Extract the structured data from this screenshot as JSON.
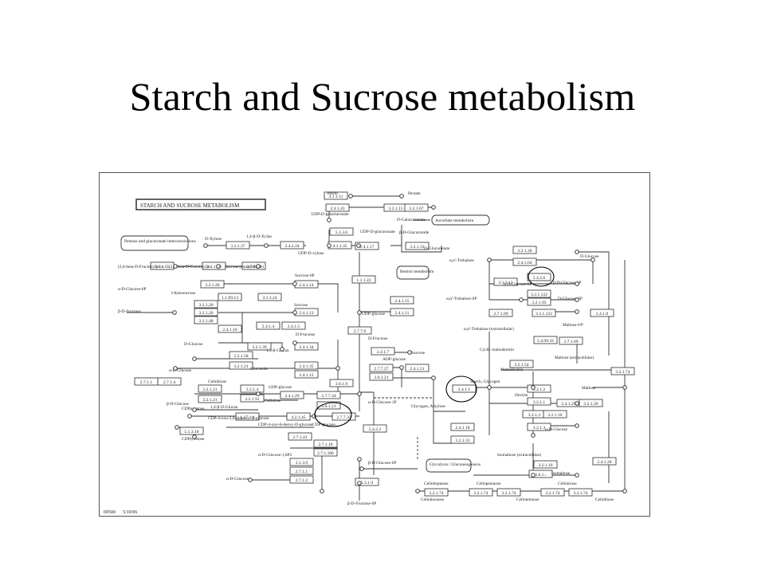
{
  "slide_title": "Starch and Sucrose metabolism",
  "map": {
    "header": "STARCH AND SUCROSE METABOLISM",
    "footer_code": "00500",
    "footer_date": "5/10/06",
    "colors": {
      "line": "#333333",
      "box": "#444444",
      "highlight_circle": "#000000"
    },
    "boxes": [
      {
        "id": "b1",
        "label": "3.1.1.11"
      },
      {
        "id": "b2",
        "label": "2.4.1.43"
      },
      {
        "id": "b3",
        "label": "3.2.1.15"
      },
      {
        "id": "b4",
        "label": "3.2.1.67"
      },
      {
        "id": "b5",
        "label": "5.1.3.6"
      },
      {
        "id": "b6",
        "label": "2.4.1.17"
      },
      {
        "id": "b7",
        "label": "3.2.1.31"
      },
      {
        "id": "b8",
        "label": "3.2.1.37"
      },
      {
        "id": "b9",
        "label": "2.4.2.24"
      },
      {
        "id": "b10",
        "label": "4.1.1.35"
      },
      {
        "id": "b11",
        "label": "3.2.1.65"
      },
      {
        "id": "b12",
        "label": "2.4.1.10"
      },
      {
        "id": "b13",
        "label": "2.7.1.69"
      },
      {
        "id": "b14",
        "label": "3.2.1.26"
      },
      {
        "id": "b15",
        "label": "2.4.1.14"
      },
      {
        "id": "b16",
        "label": "1.1.99.13"
      },
      {
        "id": "b17",
        "label": "3.1.3.24"
      },
      {
        "id": "b18",
        "label": "1.1.1.22"
      },
      {
        "id": "b19",
        "label": "3.2.1.20"
      },
      {
        "id": "b20",
        "label": "3.2.1.26"
      },
      {
        "id": "b21",
        "label": "3.2.1.48"
      },
      {
        "id": "b22",
        "label": "2.4.1.13"
      },
      {
        "id": "b23",
        "label": "2.4.1.10"
      },
      {
        "id": "b24",
        "label": "2.4.1.4"
      },
      {
        "id": "b25",
        "label": "2.4.1.5"
      },
      {
        "id": "b26",
        "label": "3.2.1.39"
      },
      {
        "id": "b27",
        "label": "2.4.1.34"
      },
      {
        "id": "b28",
        "label": "3.2.1.58"
      },
      {
        "id": "b29",
        "label": "3.2.1.21"
      },
      {
        "id": "b30",
        "label": "2.4.1.35"
      },
      {
        "id": "b31",
        "label": "2.4.1.12"
      },
      {
        "id": "b32",
        "label": "2.4.1.15"
      },
      {
        "id": "b33",
        "label": "2.4.1.11"
      },
      {
        "id": "b34",
        "label": "2.7.7.9"
      },
      {
        "id": "b35",
        "label": "2.4.1.7"
      },
      {
        "id": "b36",
        "label": "2.7.7.27"
      },
      {
        "id": "b37",
        "label": "2.4.1.21"
      },
      {
        "id": "b38",
        "label": "3.6.1.21"
      },
      {
        "id": "b39",
        "label": "2.7.1.1"
      },
      {
        "id": "b40",
        "label": "2.7.1.4"
      },
      {
        "id": "b41",
        "label": "3.2.1.21"
      },
      {
        "id": "b42",
        "label": "3.2.1.4"
      },
      {
        "id": "b43",
        "label": "3.2.1.21"
      },
      {
        "id": "b44",
        "label": "3.2.1.91"
      },
      {
        "id": "b45",
        "label": "2.4.1.29"
      },
      {
        "id": "b46",
        "label": "2.7.7.34"
      },
      {
        "id": "b47",
        "label": "3.6.1.9"
      },
      {
        "id": "b48",
        "label": "3.6.1.21"
      },
      {
        "id": "b49",
        "label": "1.17.1.1"
      },
      {
        "id": "b50",
        "label": "4.2.1.45"
      },
      {
        "id": "b51",
        "label": "2.7.7.33"
      },
      {
        "id": "b52",
        "label": "5.1.3.10"
      },
      {
        "id": "b53",
        "label": "2.7.1.41"
      },
      {
        "id": "b54",
        "label": "5.4.2.2"
      },
      {
        "id": "b55",
        "label": "2.7.1.10"
      },
      {
        "id": "b56",
        "label": "2.7.1.106"
      },
      {
        "id": "b57",
        "label": "3.1.3.9"
      },
      {
        "id": "b58",
        "label": "2.7.1.1"
      },
      {
        "id": "b59",
        "label": "2.7.1.2"
      },
      {
        "id": "b60",
        "label": "5.3.1.9"
      },
      {
        "id": "b61",
        "label": "3.2.1.28"
      },
      {
        "id": "b62",
        "label": "2.4.1.64"
      },
      {
        "id": "b63",
        "label": "5.4.2.6"
      },
      {
        "id": "b64",
        "label": "3.1.3.12"
      },
      {
        "id": "b65",
        "label": "3.2.1.122"
      },
      {
        "id": "b66",
        "label": "3.2.1.93"
      },
      {
        "id": "b67",
        "label": "2.7.1.69"
      },
      {
        "id": "b68",
        "label": "3.2.1.122"
      },
      {
        "id": "b69",
        "label": "5.4.99.16"
      },
      {
        "id": "b70",
        "label": "2.7.1.69"
      },
      {
        "id": "b71",
        "label": "2.4.1.8"
      },
      {
        "id": "b72",
        "label": "3.2.1.54"
      },
      {
        "id": "b73",
        "label": "2.4.1.1"
      },
      {
        "id": "b74",
        "label": "3.2.1.2"
      },
      {
        "id": "b75",
        "label": "3.2.1.1"
      },
      {
        "id": "b76",
        "label": "2.4.1.25"
      },
      {
        "id": "b77",
        "label": "3.2.1.20"
      },
      {
        "id": "b78",
        "label": "3.2.1.3"
      },
      {
        "id": "b79",
        "label": "3.2.1.10"
      },
      {
        "id": "b80",
        "label": "3.2.1.3"
      },
      {
        "id": "b81",
        "label": "2.4.1.18"
      },
      {
        "id": "b82",
        "label": "3.2.1.33"
      },
      {
        "id": "b83",
        "label": "3.2.1.10"
      },
      {
        "id": "b84",
        "label": "3.6.1.-"
      },
      {
        "id": "b85",
        "label": "2.4.1.20"
      },
      {
        "id": "b86",
        "label": "3.2.1.74"
      },
      {
        "id": "b87",
        "label": "3.2.1.74"
      },
      {
        "id": "b88",
        "label": "3.2.1.74"
      },
      {
        "id": "b89",
        "label": "3.2.1.74"
      },
      {
        "id": "b90",
        "label": "3.2.1.74"
      },
      {
        "id": "b91",
        "label": "3.2.1.74"
      }
    ],
    "compounds": [
      {
        "id": "c1",
        "label": "Pectin"
      },
      {
        "id": "c2",
        "label": "Pectate"
      },
      {
        "id": "c3",
        "label": "UDP-D-galacturonate"
      },
      {
        "id": "c4",
        "label": "D-Galacturonate"
      },
      {
        "id": "c5",
        "label": "UDP-D-glucuronate"
      },
      {
        "id": "c6",
        "label": "β-D-Glucuronide"
      },
      {
        "id": "c7",
        "label": "D-Glucuronate"
      },
      {
        "id": "c8",
        "label": "D-Xylose"
      },
      {
        "id": "c9",
        "label": "1,4-β-D-Xylan"
      },
      {
        "id": "c10",
        "label": "UDP-D-xylose"
      },
      {
        "id": "c11",
        "label": "(2,6-beta-D-Fructosyl)n+a"
      },
      {
        "id": "c12",
        "label": "(2,6-beta-D-Fructosyl)n"
      },
      {
        "id": "c13",
        "label": "Sucrose (extracellular)"
      },
      {
        "id": "c14",
        "label": "α-D-Glucose-6P"
      },
      {
        "id": "c15",
        "label": "Sucrose-6P"
      },
      {
        "id": "c16",
        "label": "3-Ketosucrose"
      },
      {
        "id": "c17",
        "label": "Sucrose"
      },
      {
        "id": "c18",
        "label": "β-D-Fructose"
      },
      {
        "id": "c19",
        "label": "UDP-glucose"
      },
      {
        "id": "c20",
        "label": "D-Fructose"
      },
      {
        "id": "c21",
        "label": "D-Glucose"
      },
      {
        "id": "c22",
        "label": "1,3-β-Glucan"
      },
      {
        "id": "c23",
        "label": "α-D-Glucose"
      },
      {
        "id": "c24",
        "label": "Glucoside"
      },
      {
        "id": "c25",
        "label": "D-Fructose"
      },
      {
        "id": "c26",
        "label": "Sucrose"
      },
      {
        "id": "c27",
        "label": "ADP-glucose"
      },
      {
        "id": "c28",
        "label": "Cellobiose"
      },
      {
        "id": "c29",
        "label": "β-D-Glucose"
      },
      {
        "id": "c30",
        "label": "1,4-β-D-Glucan"
      },
      {
        "id": "c31",
        "label": "GDP-glucose"
      },
      {
        "id": "c32",
        "label": "Cellulose"
      },
      {
        "id": "c33",
        "label": "CDPparatose"
      },
      {
        "id": "c34",
        "label": "CDP-4-oxo-3,6-dideoxy-D-glucose"
      },
      {
        "id": "c35",
        "label": "CDP-4-oxo-6-deoxy-D-glucose"
      },
      {
        "id": "c36",
        "label": "CDP-glucose"
      },
      {
        "id": "c37",
        "label": "CDPtyvelose"
      },
      {
        "id": "c38",
        "label": "α-D-Glucose-1P"
      },
      {
        "id": "c39",
        "label": "α-D-Glucose-1,6P2"
      },
      {
        "id": "c40",
        "label": "α-D-Glucose"
      },
      {
        "id": "c41",
        "label": "β-D-Glucose-6P"
      },
      {
        "id": "c42",
        "label": "β-D-Fructose-6P"
      },
      {
        "id": "c43",
        "label": "Glycogen, Amylose"
      },
      {
        "id": "c44",
        "label": "Glycolysis / Gluconeogenesis"
      },
      {
        "id": "c45",
        "label": "Ascorbate metabolism"
      },
      {
        "id": "c46",
        "label": "Pentose and glucuronate interconversions"
      },
      {
        "id": "c47",
        "label": "Retinol metabolism"
      },
      {
        "id": "c48",
        "label": "α,α'-Trehalose"
      },
      {
        "id": "c49",
        "label": "D-Glucose"
      },
      {
        "id": "c50",
        "label": "β-D-Glucose-6P"
      },
      {
        "id": "c51",
        "label": "β-D-Glucose-1P"
      },
      {
        "id": "c52",
        "label": "α,α'-Trehalose-6P"
      },
      {
        "id": "c53",
        "label": "D-Glucose-6P"
      },
      {
        "id": "c54",
        "label": "α,α'-Trehalose (extracellular)"
      },
      {
        "id": "c55",
        "label": "Maltose-6'P"
      },
      {
        "id": "c56",
        "label": "Maltose (extracellular)"
      },
      {
        "id": "c57",
        "label": "Cyclic maltodextrin"
      },
      {
        "id": "c58",
        "label": "Maltodextrin"
      },
      {
        "id": "c59",
        "label": "Starch, Glycogen"
      },
      {
        "id": "c60",
        "label": "Dextrin"
      },
      {
        "id": "c61",
        "label": "Maltose"
      },
      {
        "id": "c62",
        "label": "α-D-Glucose"
      },
      {
        "id": "c63",
        "label": "Isomaltose (extracellular)"
      },
      {
        "id": "c64",
        "label": "Isomaltose"
      },
      {
        "id": "c65",
        "label": "Celloheptaose"
      },
      {
        "id": "c66",
        "label": "Cellohexaose"
      },
      {
        "id": "c67",
        "label": "Cellopentaose"
      },
      {
        "id": "c68",
        "label": "Cellotetraose"
      },
      {
        "id": "c69",
        "label": "Cellotriose"
      },
      {
        "id": "c70",
        "label": "Cellobiose"
      }
    ]
  }
}
